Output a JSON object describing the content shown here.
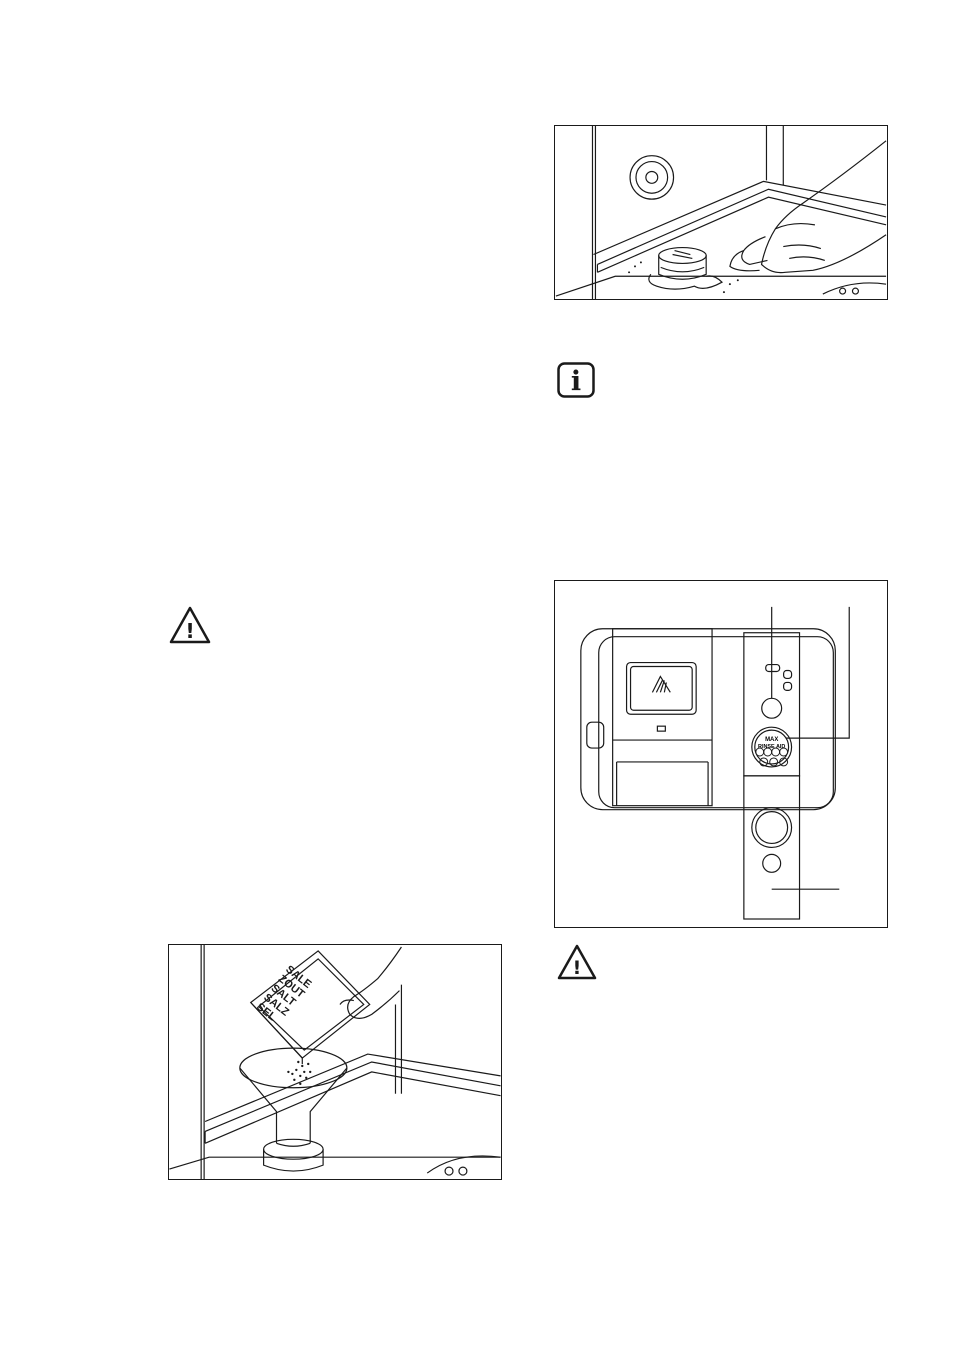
{
  "illustrations": {
    "filter_wipe": {
      "icon": "hand-wiping-salt-container-illustration"
    },
    "dispenser": {
      "icon": "rinse-aid-dispenser-illustration",
      "max_label": "MAX",
      "rinse_aid_label": "RINSE AID"
    },
    "salt_pour": {
      "icon": "salt-pouring-funnel-illustration",
      "box_words": [
        "SALE",
        "ZOUT",
        "SALT",
        "SALZ",
        "SEL"
      ]
    }
  },
  "notices": {
    "info": {
      "icon": "info-icon",
      "glyph": "i"
    },
    "warning_left": {
      "icon": "warning-icon",
      "glyph": "!"
    },
    "warning_right": {
      "icon": "warning-icon",
      "glyph": "!"
    }
  }
}
